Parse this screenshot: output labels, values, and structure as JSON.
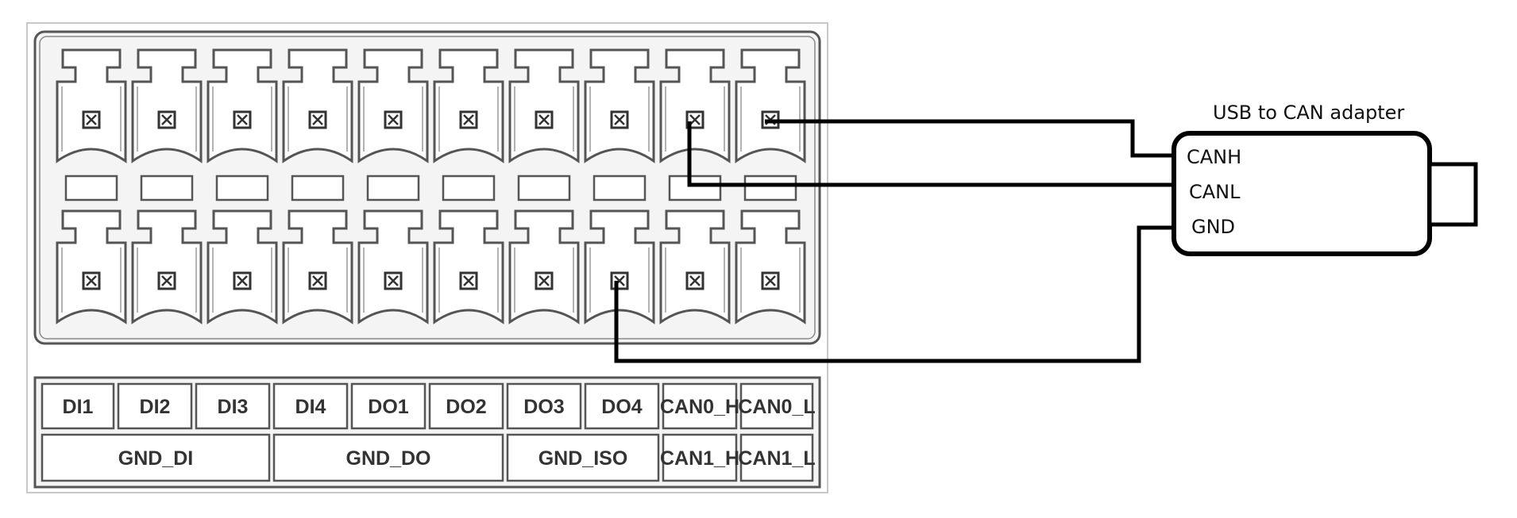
{
  "adapter": {
    "title": "USB to CAN adapter",
    "pins": [
      "CANH",
      "CANL",
      "GND"
    ]
  },
  "terminal_labels": {
    "top_row": [
      "DI1",
      "DI2",
      "DI3",
      "DI4",
      "DO1",
      "DO2",
      "DO3",
      "DO4",
      "CAN0_H",
      "CAN0_L"
    ],
    "bottom_row": [
      "GND_DI",
      "GND_DO",
      "GND_ISO",
      "CAN1_H",
      "CAN1_L"
    ]
  },
  "icons": {
    "wire": "wire-line",
    "terminal": "screw-terminal-icon"
  },
  "colors": {
    "outline": "#555555",
    "wire": "#000000",
    "label_text": "#333333"
  }
}
